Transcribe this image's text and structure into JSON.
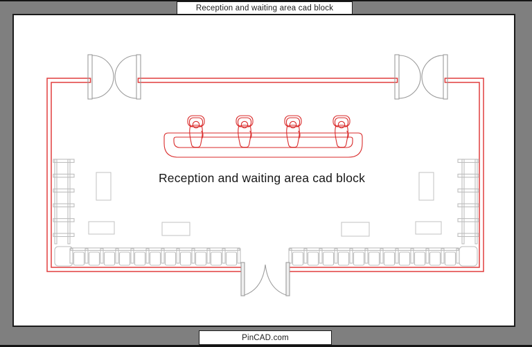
{
  "window": {
    "top_label": "Reception and waiting area cad block",
    "bottom_label": "PinCAD.com"
  },
  "drawing": {
    "center_label": "Reception and waiting area cad block",
    "people_at_desk": 4,
    "doors": {
      "top_double_swing": 2,
      "bottom_double_swing": 1
    },
    "tables": 6,
    "seating": {
      "left_bench_seats": 6,
      "right_bench_seats": 6,
      "bottom_left_bench_seats": 11,
      "bottom_right_bench_seats": 11,
      "corner_seats": 2
    }
  },
  "colors": {
    "canvas_background": "#7f7f7f",
    "paper": "#ffffff",
    "wall_red": "#e13d3d",
    "desk_red": "#d92a2a",
    "furniture_gray": "#bdbdbd",
    "table_gray": "#c6c6c6",
    "door_gray": "#9b9b9b",
    "ink": "#1a1a1a"
  }
}
